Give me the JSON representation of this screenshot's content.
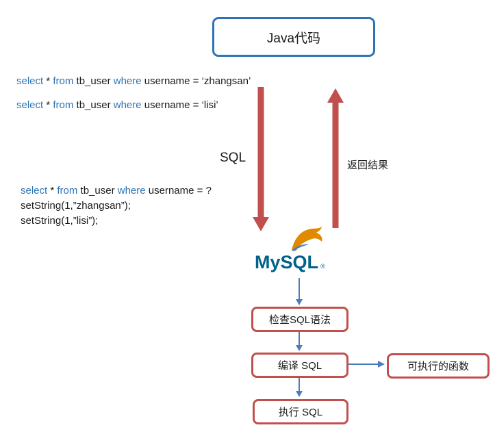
{
  "java_box": {
    "label": "Java代码"
  },
  "labels": {
    "sql": "SQL",
    "return_result": "返回结果"
  },
  "top_sql": [
    [
      {
        "t": "select",
        "c": "kw"
      },
      {
        "t": " * ",
        "c": ""
      },
      {
        "t": "from",
        "c": "kw"
      },
      {
        "t": " tb_user ",
        "c": ""
      },
      {
        "t": "where",
        "c": "kw"
      },
      {
        "t": " username = ‘zhangsan’",
        "c": ""
      }
    ],
    [
      {
        "t": "select",
        "c": "kw"
      },
      {
        "t": " * ",
        "c": ""
      },
      {
        "t": "from",
        "c": "kw"
      },
      {
        "t": " tb_user ",
        "c": ""
      },
      {
        "t": "where",
        "c": "kw"
      },
      {
        "t": " username = ‘lisi’",
        "c": ""
      }
    ]
  ],
  "prepared_sql": [
    [
      {
        "t": "select",
        "c": "kw"
      },
      {
        "t": " * ",
        "c": ""
      },
      {
        "t": "from",
        "c": "kw"
      },
      {
        "t": " tb_user ",
        "c": ""
      },
      {
        "t": "where",
        "c": "kw"
      },
      {
        "t": " username = ?",
        "c": ""
      }
    ],
    [
      {
        "t": "setString(1,”zhangsan”);",
        "c": ""
      }
    ],
    [
      {
        "t": "setString(1,”lisi”);",
        "c": ""
      }
    ]
  ],
  "mysql": {
    "name": "MySQL",
    "registered": "®"
  },
  "flow_boxes": [
    {
      "label": "检查SQL语法"
    },
    {
      "label": "编译 SQL"
    },
    {
      "label": "执行 SQL"
    },
    {
      "label": "可执行的函数"
    }
  ],
  "colors": {
    "blue_border": "#2E74B5",
    "keyword_blue": "#2E74B5",
    "red": "#C0504D",
    "arrow_blue": "#4A7EBB",
    "mysql_blue": "#00618A",
    "mysql_orange": "#E08A00"
  }
}
